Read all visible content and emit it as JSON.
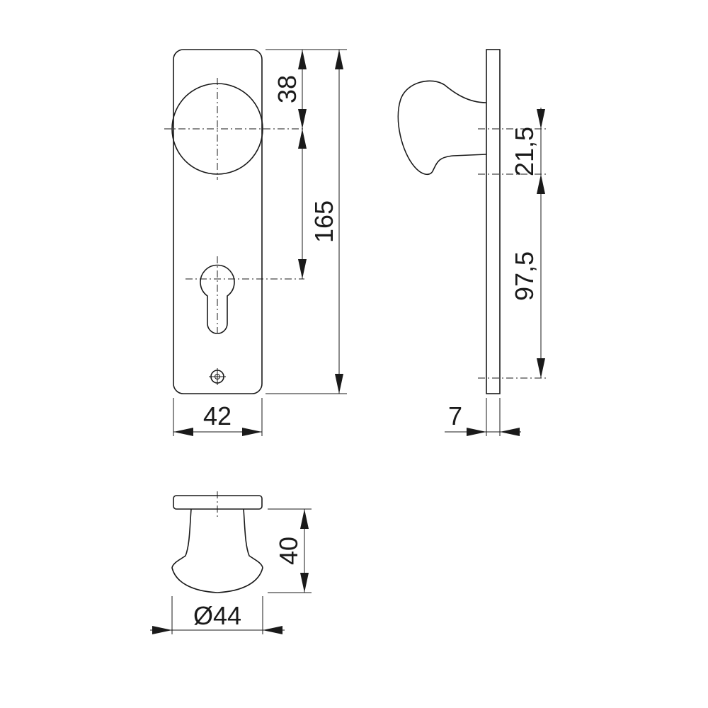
{
  "drawing": {
    "colors": {
      "line": "#1a1a1a",
      "background": "#ffffff"
    },
    "front_view": {
      "dim_top_to_knob_center": "38",
      "dim_total_height": "165",
      "dim_width": "42"
    },
    "side_view": {
      "dim_knob_to_upper_ref": "21,5",
      "dim_ref_to_bottom": "97,5",
      "dim_thickness": "7"
    },
    "knob_view": {
      "dim_projection": "40",
      "dim_diameter": "Ø44"
    }
  }
}
